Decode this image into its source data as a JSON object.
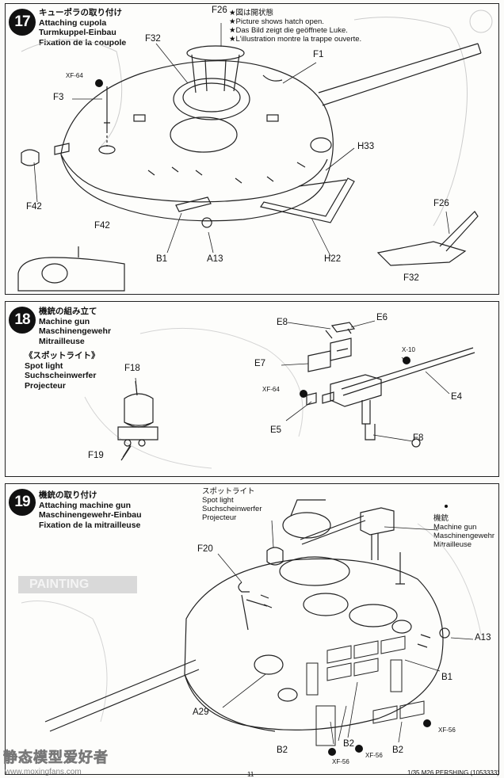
{
  "step17": {
    "number": "17",
    "titles": [
      "キューポラの取り付け",
      "Attaching cupola",
      "Turmkuppel-Einbau",
      "Fixation de la coupole"
    ],
    "note": [
      "★図は開状態",
      "★Picture shows hatch open.",
      "★Das Bild zeigt die geöffnete Luke.",
      "★L'illustration montre la trappe ouverte."
    ],
    "labels": {
      "f26": "F26",
      "f1": "F1",
      "f32": "F32",
      "f3": "F3",
      "xf64": "XF-64",
      "h33": "H33",
      "f42a": "F42",
      "f42b": "F42",
      "b1": "B1",
      "a13": "A13",
      "h22": "H22",
      "f26b": "F26",
      "f32b": "F32"
    }
  },
  "step18": {
    "number": "18",
    "titles": [
      "機銃の組み立て",
      "Machine gun",
      "Maschinengewehr",
      "Mitrailleuse"
    ],
    "spot_titles": [
      "《スポットライト》",
      "Spot light",
      "Suchscheinwerfer",
      "Projecteur"
    ],
    "labels": {
      "e8": "E8",
      "e6": "E6",
      "e7": "E7",
      "x10": "X-10",
      "xf64": "XF-64",
      "e4": "E4",
      "e5": "E5",
      "f8": "F8",
      "f18": "F18",
      "f19": "F19"
    }
  },
  "step19": {
    "number": "19",
    "titles": [
      "機銃の取り付け",
      "Attaching machine gun",
      "Maschinengewehr-Einbau",
      "Fixation de la mitrailleuse"
    ],
    "spot_titles": [
      "スポットライト",
      "Spot light",
      "Suchscheinwerfer",
      "Projecteur"
    ],
    "mg_titles": [
      "機銃",
      "Machine gun",
      "Maschinengewehr",
      "Mitrailleuse"
    ],
    "background_text": "PAINTING",
    "labels": {
      "f20": "F20",
      "a13": "A13",
      "b1": "B1",
      "a29": "A29",
      "b2a": "B2",
      "b2b": "B2",
      "b2c": "B2",
      "xf56a": "XF-56",
      "xf56b": "XF-56",
      "xf56c": "XF-56"
    }
  },
  "footer": {
    "model": "1/35 M26 PERSHING (1053333)",
    "page": "11",
    "watermark": "静态模型爱好者",
    "watermark_url": "www.moxingfans.com"
  }
}
